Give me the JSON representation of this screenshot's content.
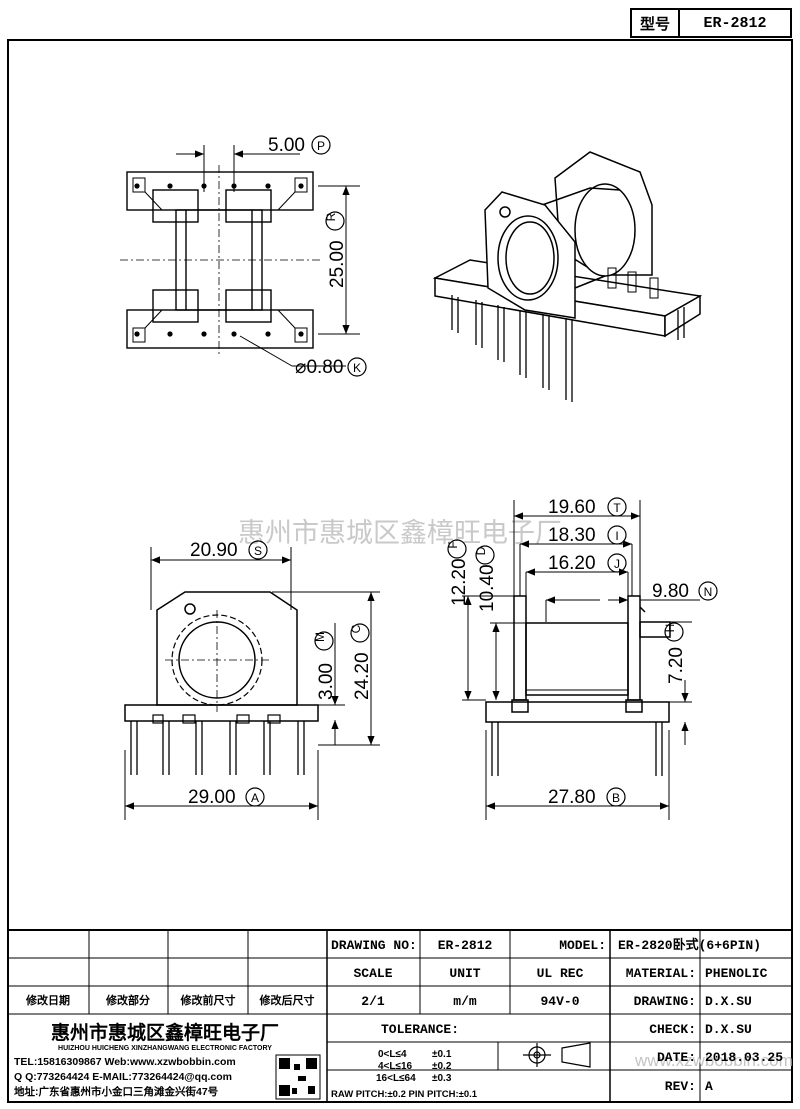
{
  "header": {
    "type_label": "型号",
    "type_value": "ER-2812"
  },
  "watermark": "惠州市惠城区鑫樟旺电子厂",
  "dimensions": {
    "pin_pitch": "5.00",
    "pin_pitch_tag": "P",
    "row_spacing": "25.00",
    "row_spacing_tag": "R",
    "pin_dia": "⌀0.80",
    "pin_dia_tag": "K",
    "flange_width": "20.90",
    "flange_width_tag": "S",
    "bore_offset": "3.00",
    "bore_offset_tag": "M",
    "total_height": "24.20",
    "total_height_tag": "C",
    "base_width": "29.00",
    "base_width_tag": "A",
    "t_dim": "19.60",
    "t_tag": "T",
    "i_dim": "18.30",
    "i_tag": "I",
    "j_dim": "16.20",
    "j_tag": "J",
    "n_dim": "9.80",
    "n_tag": "N",
    "f_dim": "12.20",
    "f_tag": "F",
    "d_dim": "10.40",
    "d_tag": "D",
    "h_dim": "7.20",
    "h_tag": "H",
    "b_dim": "27.80",
    "b_tag": "B"
  },
  "title_block": {
    "drawing_no_label": "DRAWING NO:",
    "drawing_no": "ER-2812",
    "model_label": "MODEL:",
    "model": "ER-2820卧式(6+6PIN)",
    "scale_label": "SCALE",
    "scale": "2/1",
    "unit_label": "UNIT",
    "unit": "m/m",
    "ul_label": "UL REC",
    "ul": "94V-0",
    "material_label": "MATERIAL:",
    "material": "PHENOLIC",
    "drawing_label": "DRAWING:",
    "drawing": "D.X.SU",
    "check_label": "CHECK:",
    "check": "D.X.SU",
    "date_label": "DATE:",
    "date": "2018.03.25",
    "rev_label": "REV:",
    "rev": "A",
    "rev_headers": [
      "修改日期",
      "修改部分",
      "修改前尺寸",
      "修改后尺寸"
    ],
    "company_cn": "惠州市惠城区鑫樟旺电子厂",
    "company_en": "HUIZHOU HUICHENG XINZHANGWANG ELECTRONIC FACTORY",
    "tel": "TEL:15816309867 Web:www.xzwbobbin.com",
    "qq": "Q Q:773264424 E-MAIL:773264424@qq.com",
    "address": "地址:广东省惠州市小金口三角滩金兴街47号",
    "tolerance_label": "TOLERANCE:",
    "tol_rows": [
      {
        "range": "0<L≤4",
        "tol": "±0.1"
      },
      {
        "range": "4<L≤16",
        "tol": "±0.2"
      },
      {
        "range": "16<L≤64",
        "tol": "±0.3"
      }
    ],
    "pitch_note": "RAW PITCH:±0.2 PIN PITCH:±0.1",
    "site_watermark": "www.xzwbobbin.com"
  }
}
